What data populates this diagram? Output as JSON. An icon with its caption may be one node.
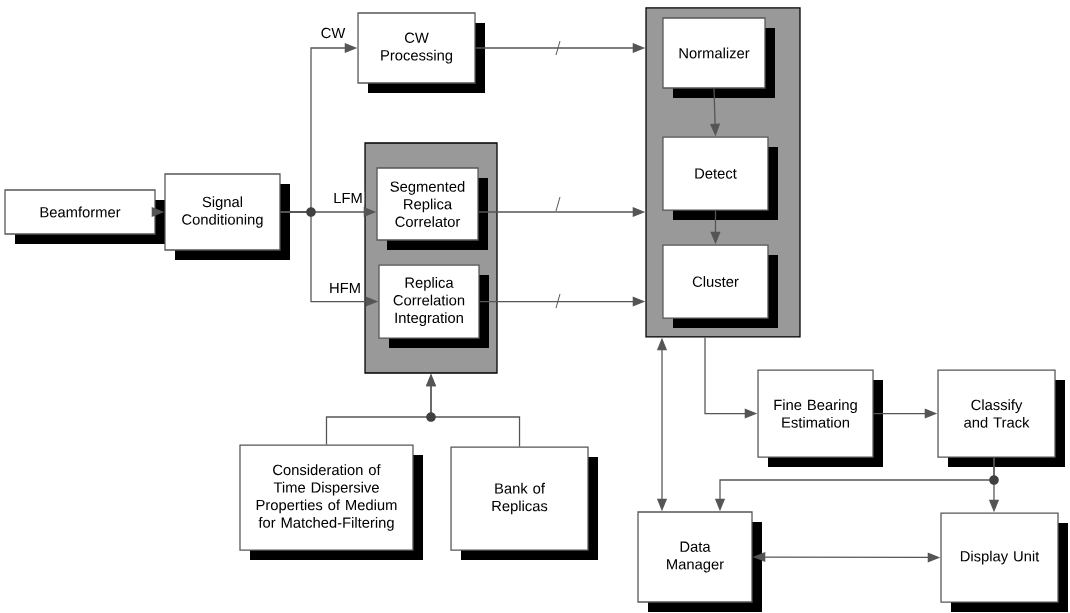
{
  "diagram": {
    "nodes": [
      {
        "text": [
          "Beamformer"
        ]
      },
      {
        "text": [
          "Signal Conditioning"
        ]
      },
      {
        "text": [
          "CW Processing"
        ]
      },
      {
        "text": [],
        "shape": "box"
      },
      {
        "text": [
          "Segmented Replica Correlator"
        ],
        "in": 3
      },
      {
        "text": [
          "Replica Correlation Integration"
        ],
        "in": 3
      },
      {
        "text": [],
        "shape": "box"
      },
      {
        "text": [
          "Normalizer"
        ],
        "in": 6
      },
      {
        "text": [
          "Detect"
        ],
        "in": 6
      },
      {
        "text": [
          "Cluster"
        ],
        "in": 6
      },
      {
        "text": [
          "Consideration of Time Dispersive Properties of Medium for Matched-Filtering"
        ]
      },
      {
        "text": [
          "Bank of Replicas"
        ]
      },
      {
        "text": [
          "Fine Bearing Estimation"
        ]
      },
      {
        "text": [
          "Classify and Track"
        ]
      },
      {
        "text": [
          "Data Manager"
        ]
      },
      {
        "text": [
          "Display Unit"
        ]
      }
    ],
    "edges": [
      {
        "from": 0,
        "to": 1,
        "arrow": "to"
      },
      {
        "from": 1,
        "to": 2,
        "arrow": "to",
        "label": "CW"
      },
      {
        "from": 1,
        "to": 4,
        "arrow": "to",
        "label": "LFM"
      },
      {
        "from": 1,
        "to": 5,
        "arrow": "to",
        "label": "HFM"
      },
      {
        "from": 2,
        "to": 6,
        "arrow": "to"
      },
      {
        "from": 4,
        "to": 6,
        "arrow": "to"
      },
      {
        "from": 5,
        "to": 6,
        "arrow": "to"
      },
      {
        "from": 7,
        "to": 8,
        "arrow": "to"
      },
      {
        "from": 8,
        "to": 9,
        "arrow": "to"
      },
      {
        "from": 10,
        "to": 3,
        "arrow": "to"
      },
      {
        "from": 11,
        "to": 3,
        "arrow": "to"
      },
      {
        "from": 6,
        "to": 12,
        "arrow": "to"
      },
      {
        "from": 12,
        "to": 13,
        "arrow": "to"
      },
      {
        "from": 6,
        "to": 14,
        "arrow": "both"
      },
      {
        "from": 13,
        "to": 14,
        "arrow": "to"
      },
      {
        "from": 13,
        "to": 15,
        "arrow": "to"
      },
      {
        "from": 14,
        "to": 15,
        "arrow": "both"
      }
    ]
  }
}
